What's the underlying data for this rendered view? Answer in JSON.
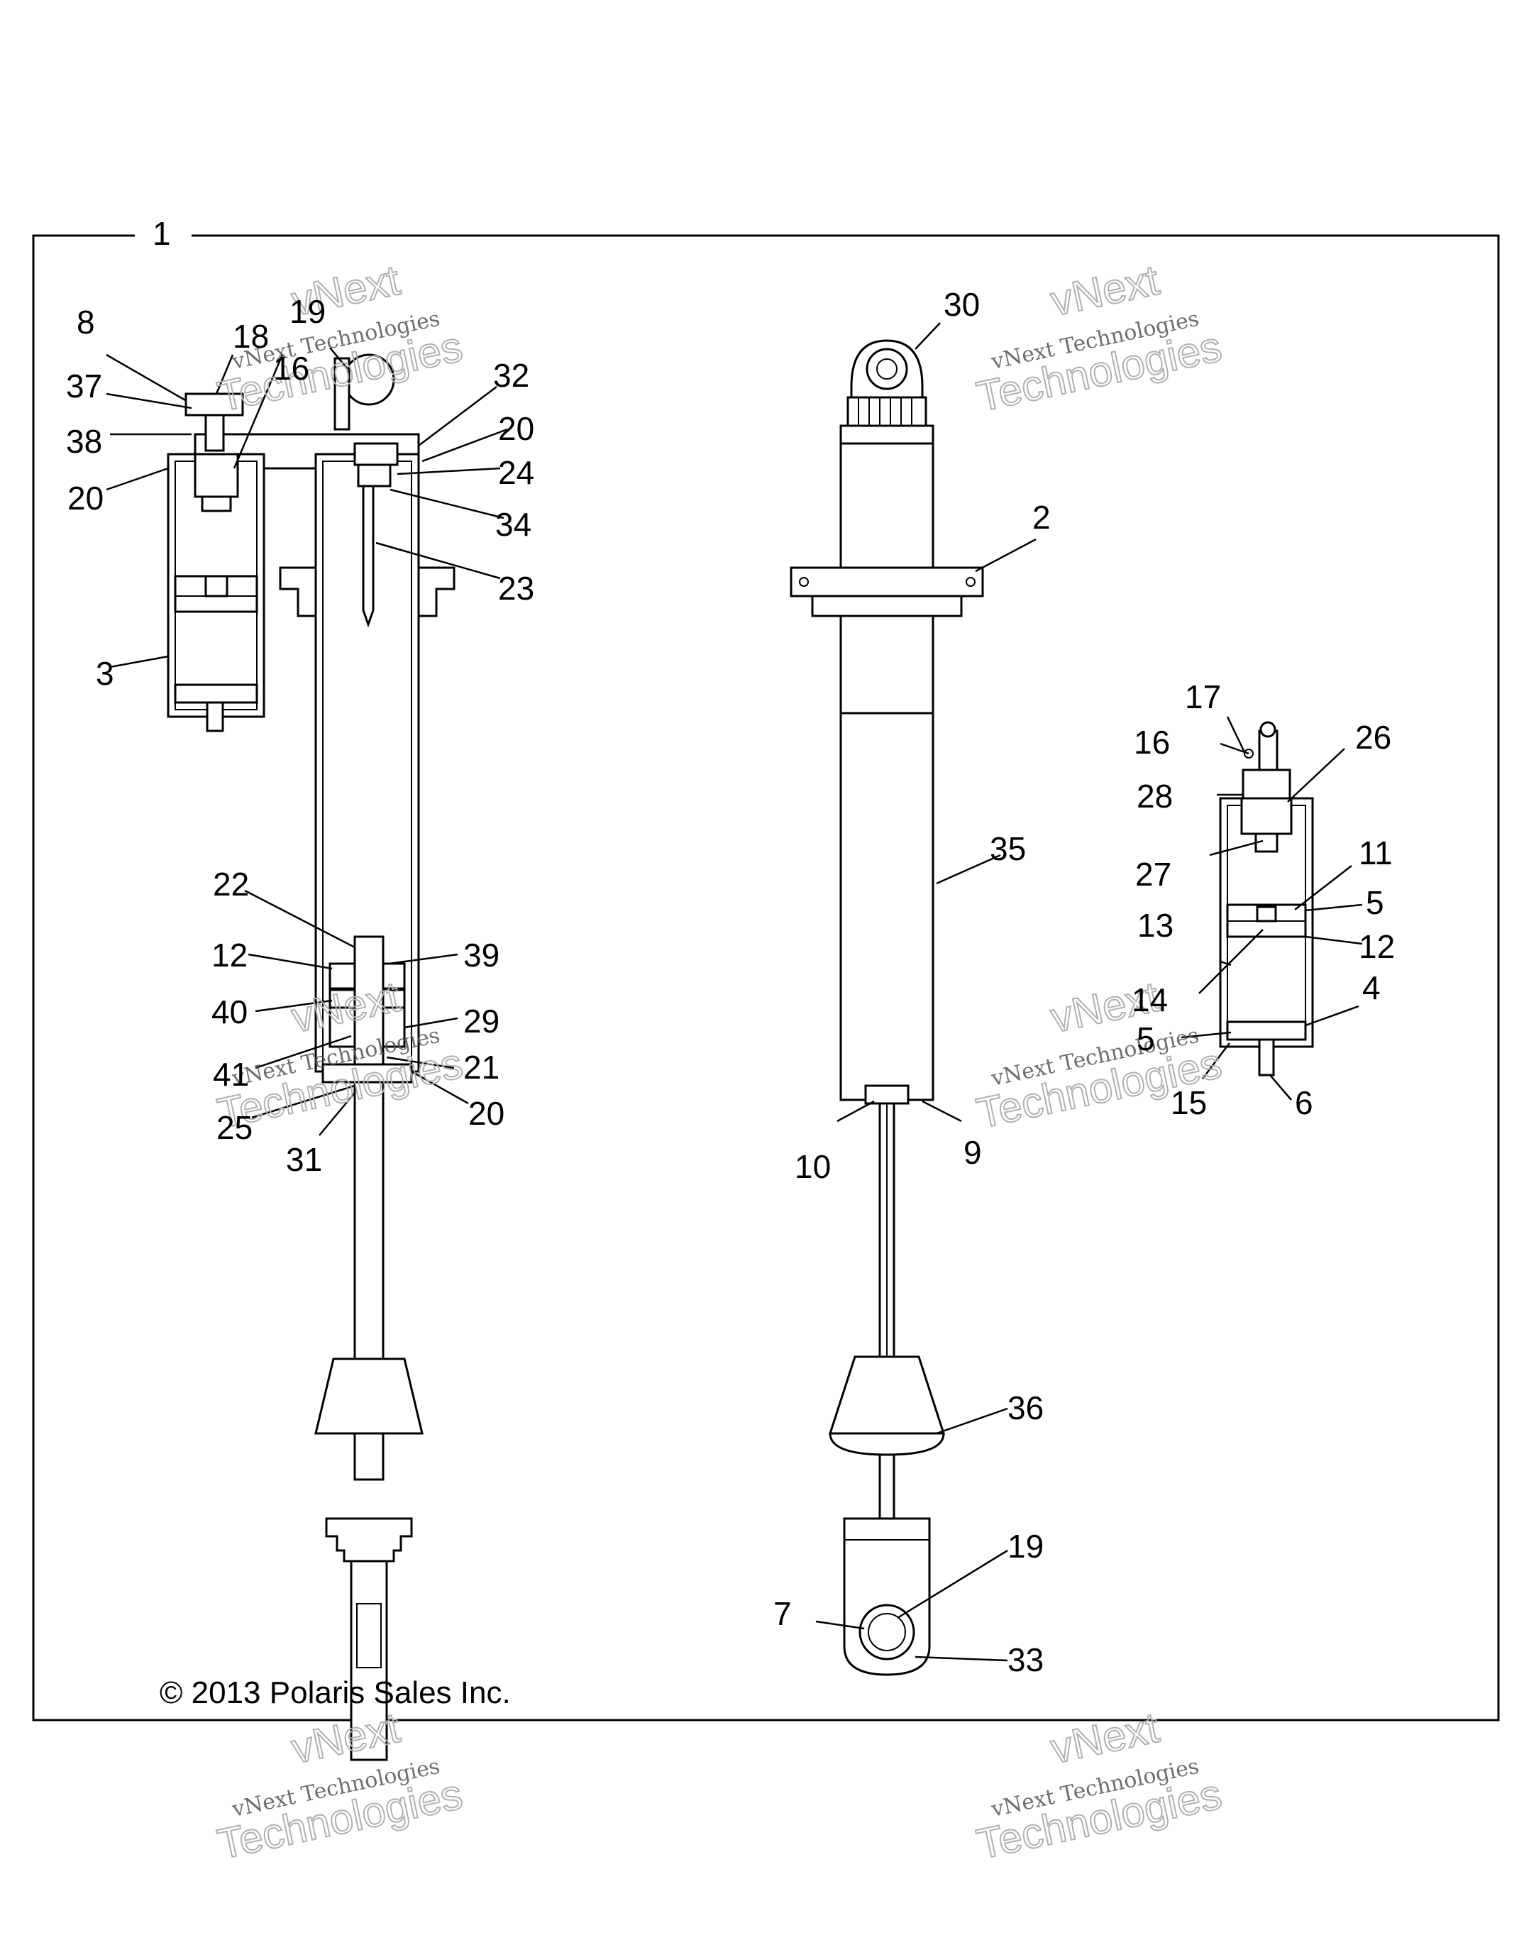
{
  "diagram": {
    "copyright": "© 2013 Polaris Sales Inc.",
    "group_label": "1",
    "watermark": {
      "top_text": "vNext",
      "middle_text": "vNext Technologies",
      "bottom_text": "Technologies"
    },
    "callouts": {
      "c1": "1",
      "c2": "2",
      "c3": "3",
      "c4": "4",
      "c5a": "5",
      "c5b": "5",
      "c6": "6",
      "c7": "7",
      "c8": "8",
      "c9": "9",
      "c10": "10",
      "c11": "11",
      "c12a": "12",
      "c12b": "12",
      "c13": "13",
      "c14": "14",
      "c15": "15",
      "c16a": "16",
      "c16b": "16",
      "c17": "17",
      "c18": "18",
      "c19a": "19",
      "c19b": "19",
      "c20a": "20",
      "c20b": "20",
      "c20c": "20",
      "c21": "21",
      "c22": "22",
      "c23": "23",
      "c24": "24",
      "c25": "25",
      "c26": "26",
      "c27": "27",
      "c28": "28",
      "c29": "29",
      "c30": "30",
      "c31": "31",
      "c32": "32",
      "c33": "33",
      "c34": "34",
      "c35": "35",
      "c36": "36",
      "c37": "37",
      "c38": "38",
      "c39": "39",
      "c40": "40",
      "c41": "41"
    }
  }
}
